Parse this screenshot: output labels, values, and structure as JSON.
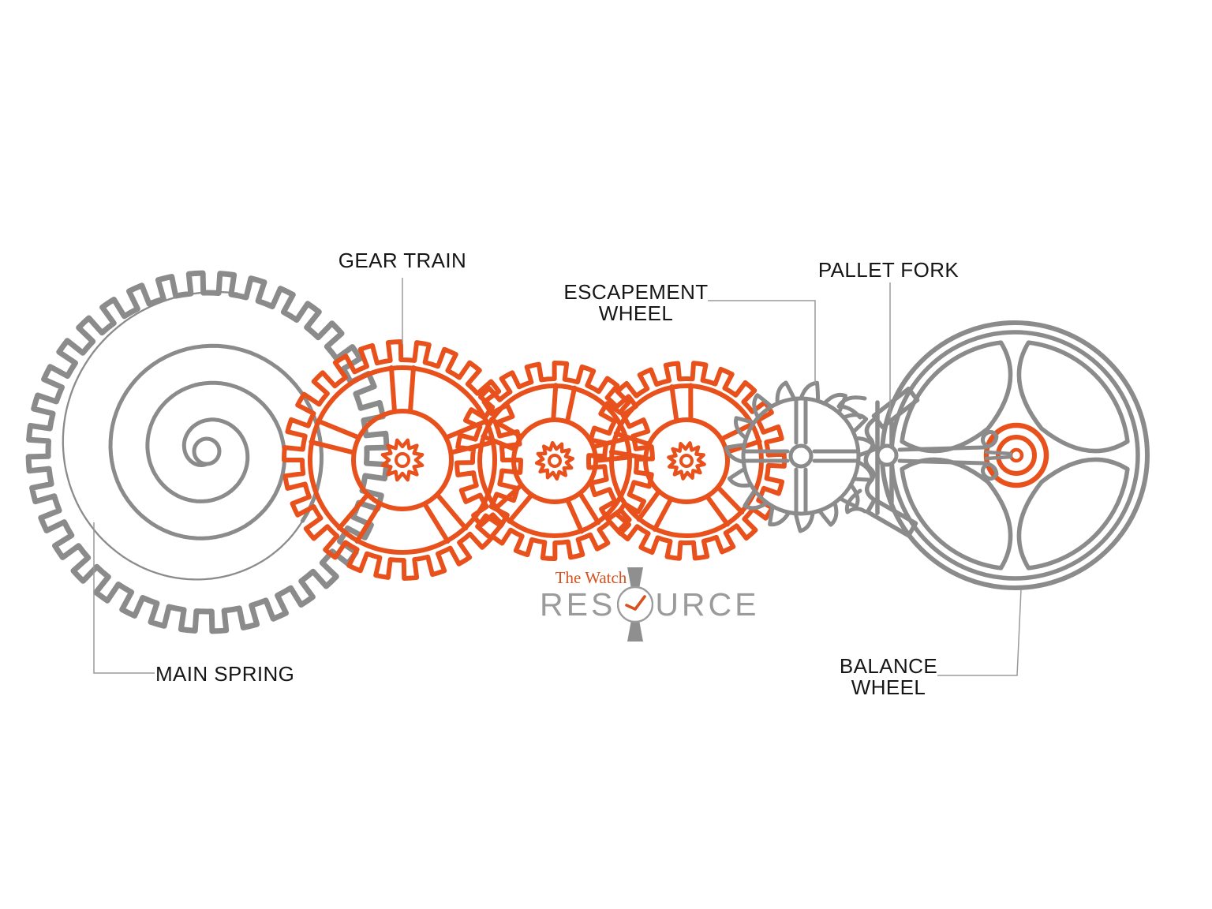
{
  "labels": {
    "gear_train": "GEAR TRAIN",
    "escapement_wheel": [
      "ESCAPEMENT",
      "WHEEL"
    ],
    "pallet_fork": "PALLET FORK",
    "main_spring": "MAIN SPRING",
    "balance_wheel": [
      "BALANCE",
      "WHEEL"
    ]
  },
  "logo": {
    "tagline": "The Watch",
    "brand_left": "RES",
    "brand_right": "URCE"
  },
  "components": [
    "main spring barrel",
    "gear train (3 wheels)",
    "escapement wheel",
    "pallet fork",
    "balance wheel with hairspring"
  ],
  "colors": {
    "gear_gray": "#8B8B8B",
    "gear_orange": "#E8511C",
    "label_text": "#161616",
    "leader_line": "#9A9A9A",
    "logo_text_gray": "#9B9B9B",
    "logo_orange": "#D8501D",
    "watch_strap_gray": "#8F8F8F",
    "background": "#FFFFFF"
  }
}
